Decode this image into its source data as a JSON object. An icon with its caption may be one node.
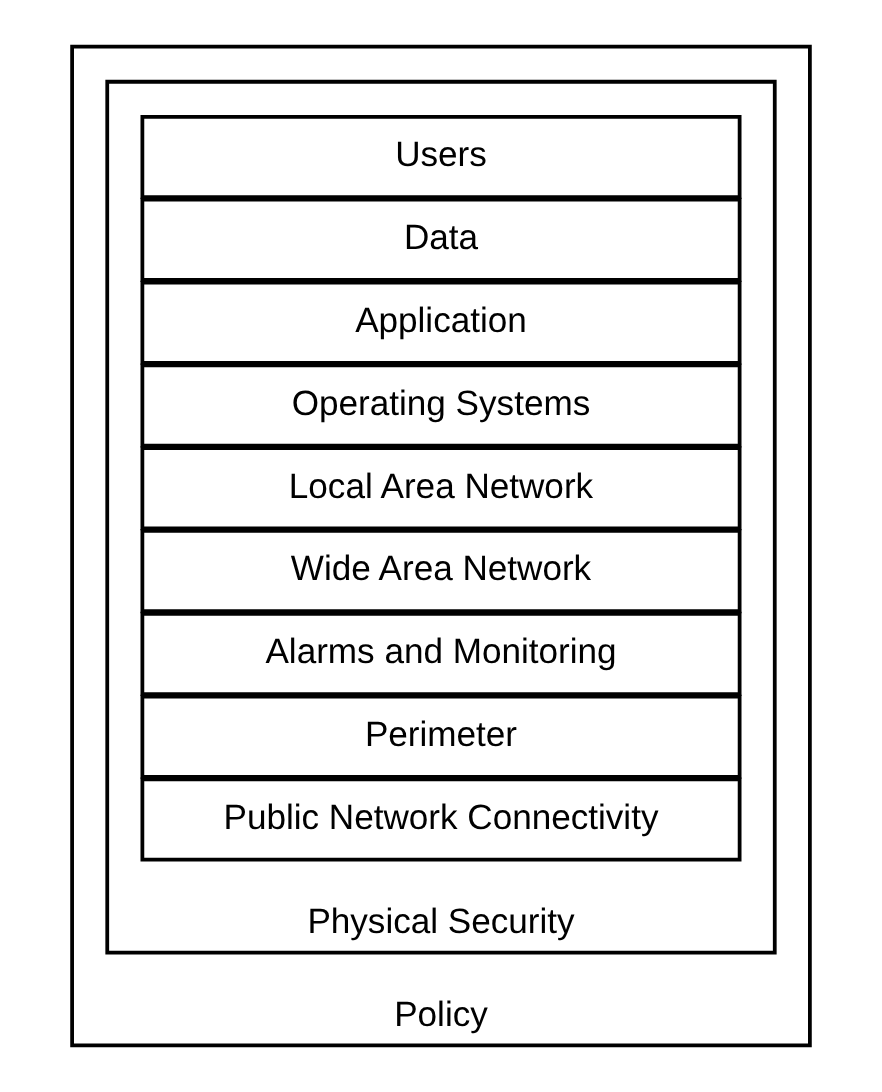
{
  "diagram": {
    "nodes": [
      {
        "text": [
          "Policy"
        ]
      },
      {
        "text": [
          "Physical Security"
        ],
        "in": 0
      },
      {
        "text": [
          "Users"
        ],
        "in": 1
      },
      {
        "text": [
          "Data"
        ],
        "in": 1
      },
      {
        "text": [
          "Application"
        ],
        "in": 1
      },
      {
        "text": [
          "Operating Systems"
        ],
        "in": 1
      },
      {
        "text": [
          "Local Area Network"
        ],
        "in": 1
      },
      {
        "text": [
          "Wide Area Network"
        ],
        "in": 1
      },
      {
        "text": [
          "Alarms and Monitoring"
        ],
        "in": 1
      },
      {
        "text": [
          "Perimeter"
        ],
        "in": 1
      },
      {
        "text": [
          "Public Network Connectivity"
        ],
        "in": 1
      }
    ]
  }
}
